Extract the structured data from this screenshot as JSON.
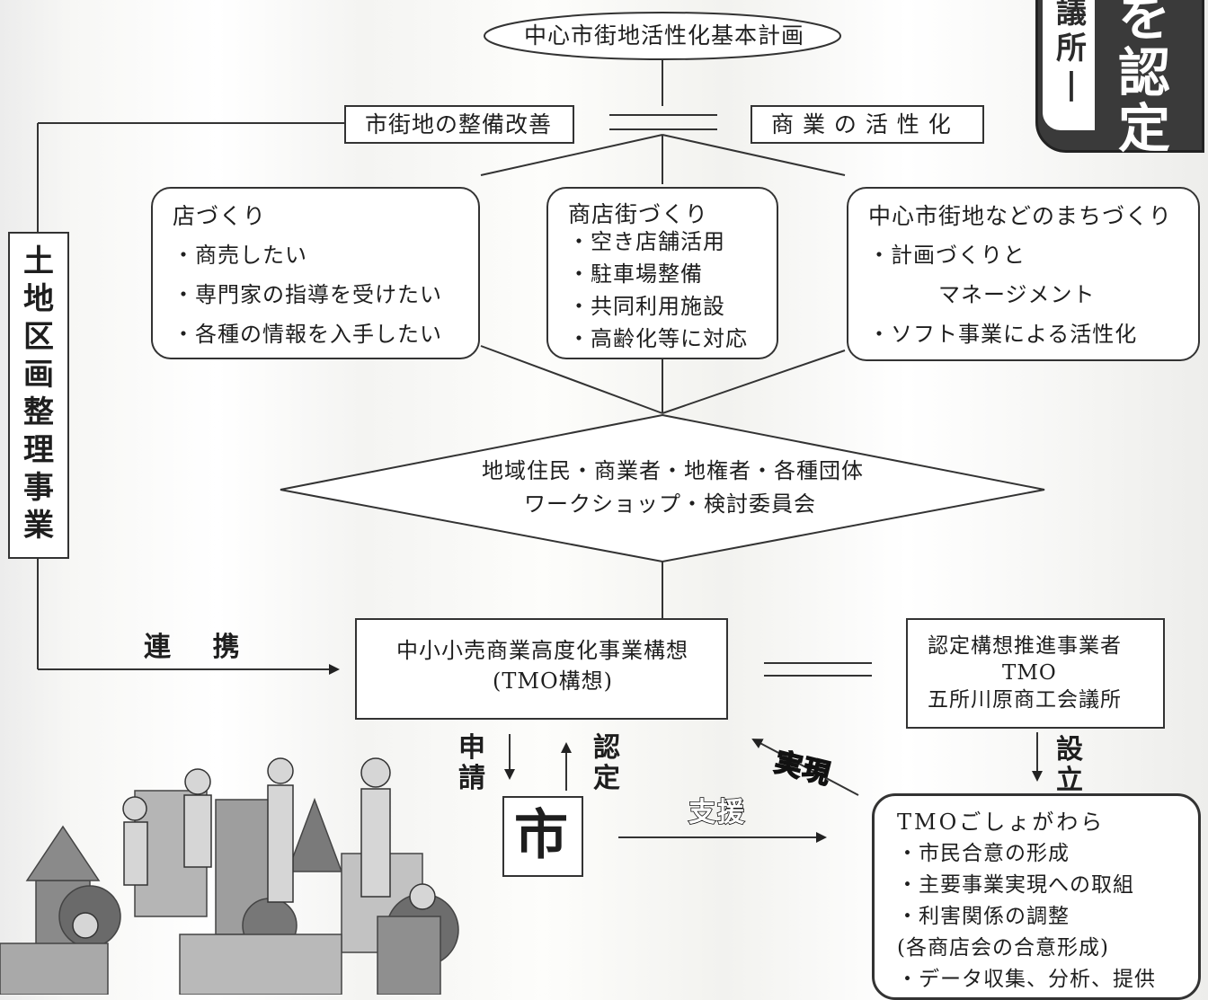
{
  "top": {
    "plan": "中心市街地活性化基本計画"
  },
  "pillars": {
    "left": "市街地の整備改善",
    "right": "商 業 の 活 性 化"
  },
  "boxes": {
    "shop": {
      "title": "店づくり",
      "items": [
        "・商売したい",
        "・専門家の指導を受けたい",
        "・各種の情報を入手したい"
      ]
    },
    "street": {
      "title": "商店街づくり",
      "items": [
        "・空き店舗活用",
        "・駐車場整備",
        "・共同利用施設",
        "・高齢化等に対応"
      ]
    },
    "town": {
      "title": "中心市街地などのまちづくり",
      "items": [
        "・計画づくりと",
        "マネージメント",
        "・ソフト事業による活性化"
      ]
    }
  },
  "diamond": {
    "line1": "地域住民・商業者・地権者・各種団体",
    "line2": "ワークショップ・検討委員会"
  },
  "side": {
    "vertical": "土地区画整理事業",
    "renkei": "連 携"
  },
  "tmo_plan": {
    "line1": "中小小売商業高度化事業構想",
    "line2": "(TMO構想)"
  },
  "promoter": {
    "line1": "認定構想推進事業者",
    "line2": "TMO",
    "line3": "五所川原商工会議所"
  },
  "city": {
    "label": "市",
    "apply": "申\n請",
    "approve": "認\n定",
    "support": "支援",
    "realize": "実現",
    "establish": "設\n立"
  },
  "tmo_goshogawara": {
    "title": "TMOごしょがわら",
    "items": [
      "・市民合意の形成",
      "・主要事業実現への取組",
      "・利害関係の調整",
      "(各商店会の合意形成)",
      "・データ収集、分析、提供"
    ]
  },
  "badge": {
    "col1": "議\n所\n|",
    "col2": "を\n認\n定"
  },
  "colors": {
    "line": "#333333",
    "badge": "#3a3a3a"
  }
}
